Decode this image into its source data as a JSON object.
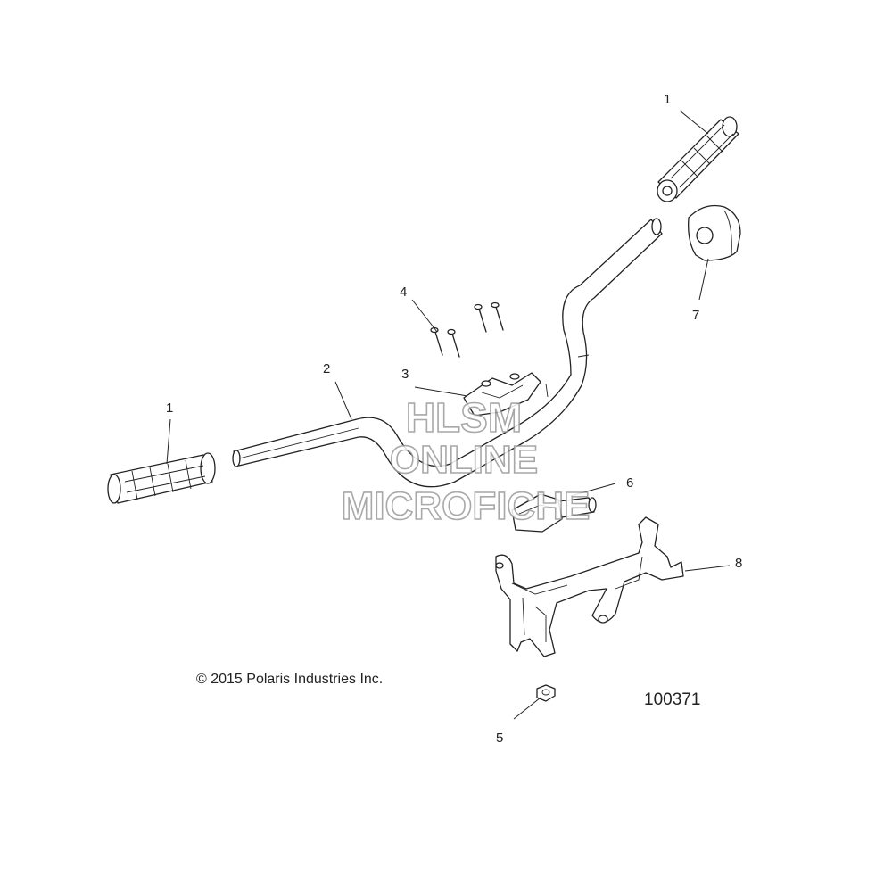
{
  "callouts": {
    "grip_right": "1",
    "grip_left": "1",
    "handlebar": "2",
    "clamp": "3",
    "bolts": "4",
    "nut": "5",
    "switch": "6",
    "end_cap": "7",
    "bracket": "8"
  },
  "watermark": {
    "line1": "HLSM",
    "line2": "ONLINE",
    "line3": "MICROFICHE"
  },
  "copyright": "© 2015 Polaris Industries Inc.",
  "figure_number": "100371"
}
